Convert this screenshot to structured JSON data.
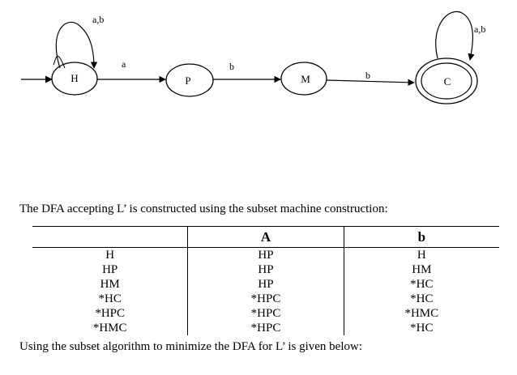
{
  "diagram": {
    "states": {
      "h": "H",
      "p": "P",
      "m": "M",
      "c": "C"
    },
    "transitions": {
      "h_loop": "a,b",
      "h_to_p": "a",
      "p_to_m": "b",
      "m_to_c": "b",
      "c_loop": "a,b"
    }
  },
  "caption": "The DFA accepting L’ is constructed using the subset machine construction:",
  "table": {
    "headers": [
      "",
      "A",
      "b"
    ],
    "rows": [
      [
        "H",
        "HP",
        "H"
      ],
      [
        "HP",
        "HP",
        "HM"
      ],
      [
        "HM",
        "HP",
        "*HC"
      ],
      [
        "*HC",
        "*HPC",
        "*HC"
      ],
      [
        "*HPC",
        "*HPC",
        "*HMC"
      ],
      [
        "*HMC",
        "*HPC",
        "*HC"
      ]
    ]
  },
  "footer": "Using the subset algorithm to minimize the DFA for L’ is given below:"
}
